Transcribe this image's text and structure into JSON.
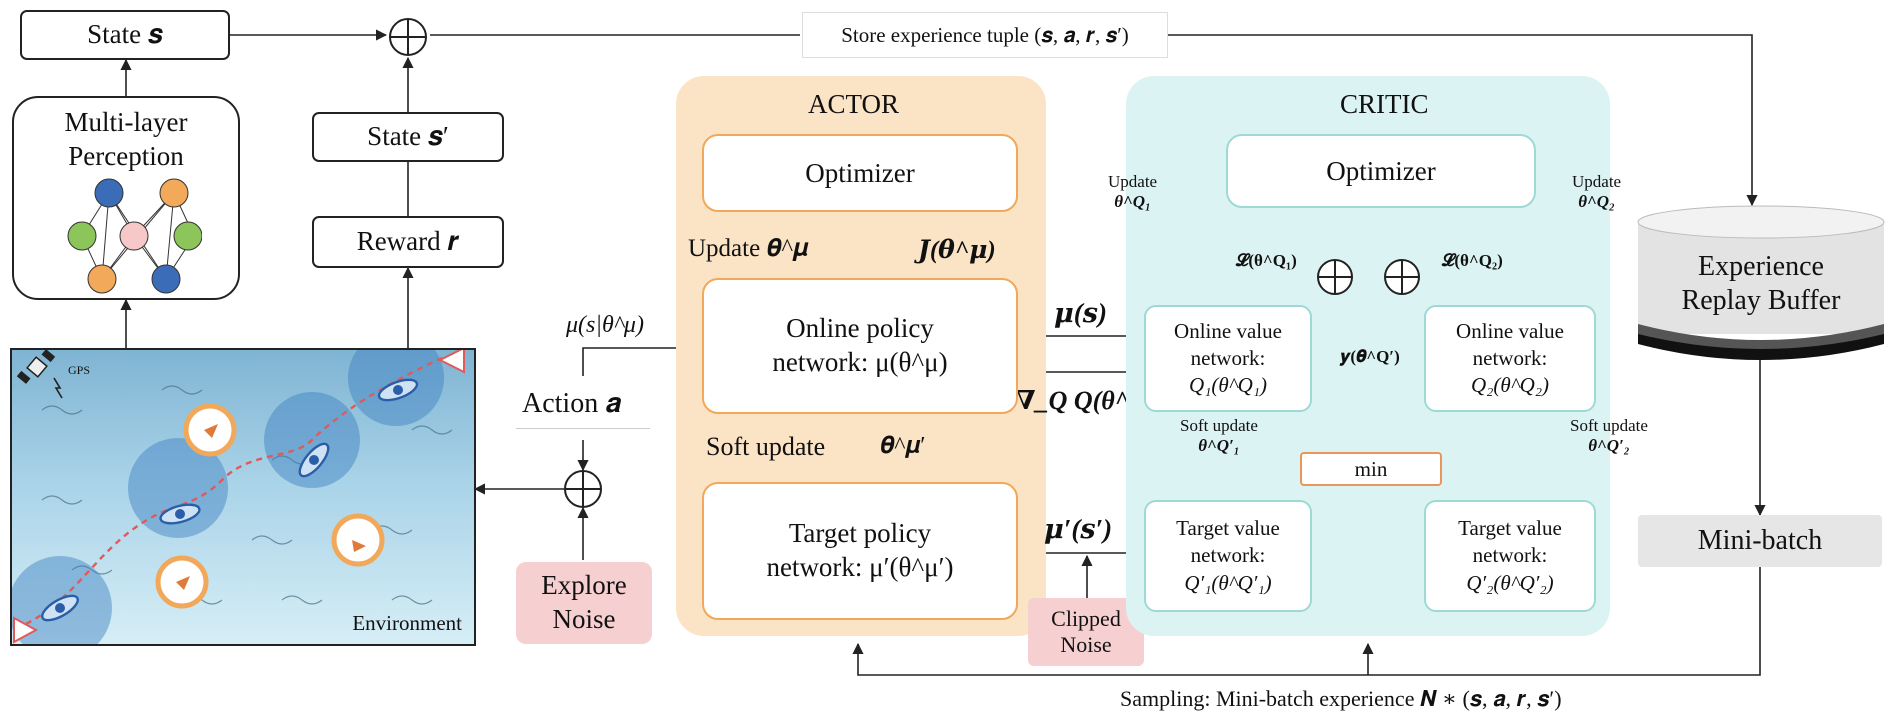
{
  "left": {
    "state_s": "State 𝒔",
    "mlp": [
      "Multi-layer",
      "Perception"
    ],
    "state_s_prime": "State 𝒔′",
    "reward": "Reward 𝒓",
    "environment_label": "Environment",
    "gps_label": "GPS",
    "policy_output": "μ(s|θ^μ)",
    "action": "Action 𝒂",
    "explore_noise": [
      "Explore",
      "Noise"
    ]
  },
  "top": {
    "store_tuple": "Store experience tuple (𝒔, 𝒂, 𝒓, 𝒔′)"
  },
  "actor": {
    "title": "ACTOR",
    "optimizer": "Optimizer",
    "update": "Update 𝜽^𝝁",
    "grad_j": "𝑱(𝜽^𝝁)",
    "online_policy": [
      "Online policy",
      "network: μ(θ^μ)"
    ],
    "soft_update": "Soft update",
    "theta_mu_prime": "𝜽^𝝁′",
    "target_policy": [
      "Target policy",
      "network: μ′(θ^μ′)"
    ]
  },
  "middle": {
    "mu_s": "𝝁(𝒔)",
    "grad_q": "∇_Q Q(θ^Q)",
    "mu_prime_s_prime": "𝝁′(𝒔′)",
    "clipped_noise": [
      "Clipped",
      "Noise"
    ]
  },
  "critic": {
    "title": "CRITIC",
    "optimizer": "Optimizer",
    "update_left": [
      "Update",
      "θ^Q₁"
    ],
    "update_right": [
      "Update",
      "θ^Q₂"
    ],
    "loss1": "𝓛(θ^Q₁)",
    "loss2": "𝓛(θ^Q₂)",
    "y": "𝒚(𝜽^Q′)",
    "online_value_1": [
      "Online value",
      "network:",
      "Q₁(θ^Q₁)"
    ],
    "online_value_2": [
      "Online value",
      "network:",
      "Q₂(θ^Q₂)"
    ],
    "soft_update_left": [
      "Soft update",
      "θ^Q′₁"
    ],
    "soft_update_right": [
      "Soft update",
      "θ^Q′₂"
    ],
    "min": "min",
    "target_value_1": [
      "Target value",
      "network:",
      "Q′₁(θ^Q′₁)"
    ],
    "target_value_2": [
      "Target value",
      "network:",
      "Q′₂(θ^Q′₂)"
    ]
  },
  "right": {
    "replay_buffer": [
      "Experience",
      "Replay Buffer"
    ],
    "mini_batch": "Mini-batch"
  },
  "bottom": {
    "sampling": "Sampling: Mini-batch experience 𝑵 ∗ (𝒔, 𝒂, 𝒓, 𝒔′)"
  },
  "colors": {
    "actor_bg": "#fbe3c5",
    "critic_bg": "#dcf3f3",
    "orange": "#e8965a",
    "cyan": "#9ed9d6",
    "noise_bg": "#f6cfd1",
    "gray_box": "#e6e6e6",
    "water": "#a9d3e8"
  }
}
